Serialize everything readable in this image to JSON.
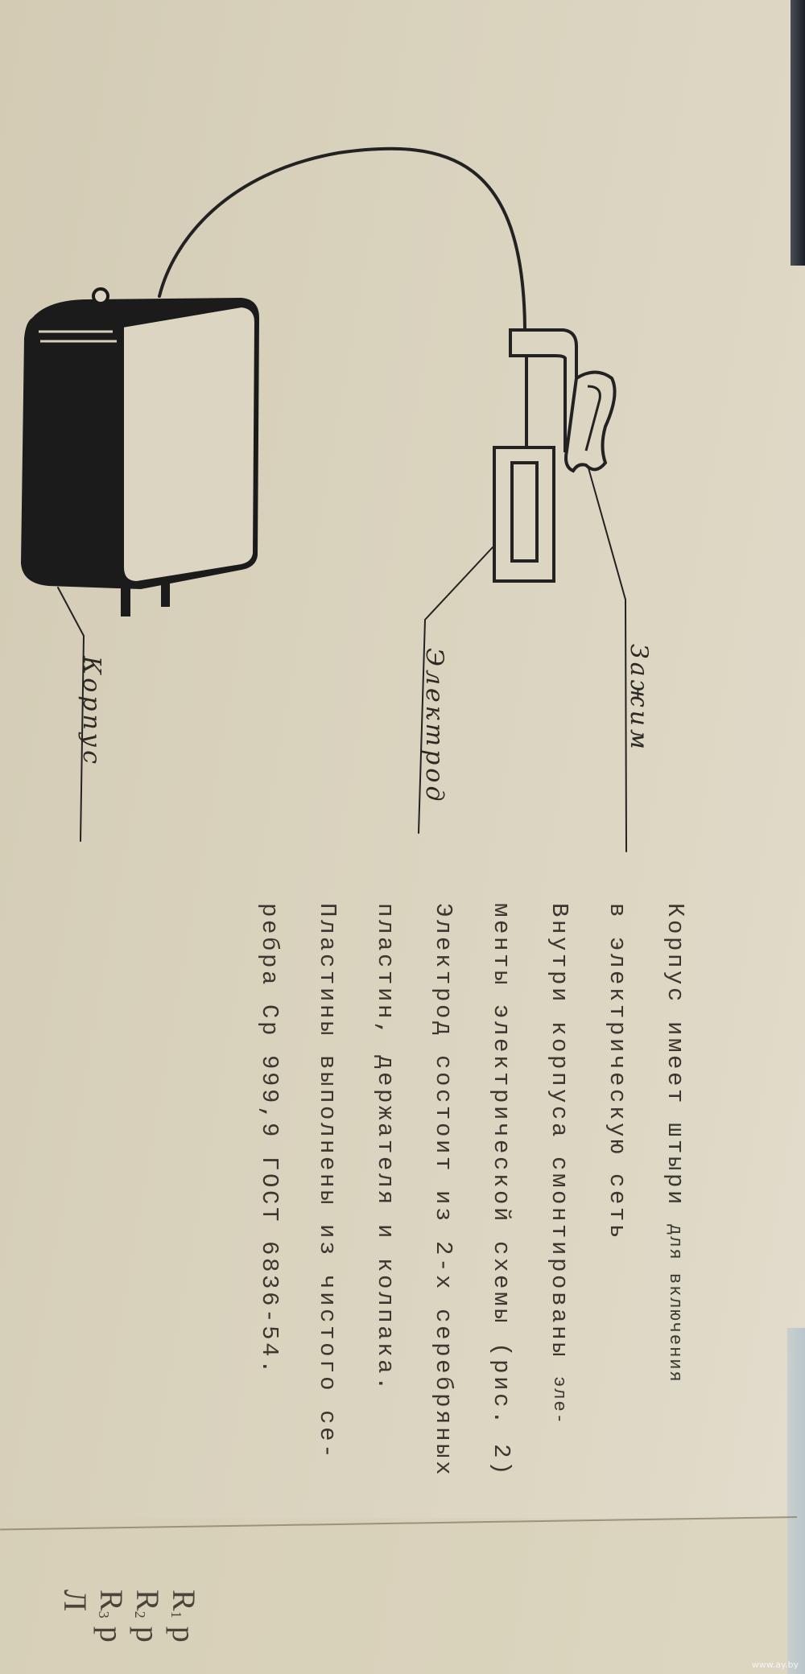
{
  "labels": {
    "housing": "Корпус",
    "electrode": "Электрод",
    "clamp": "Зажим"
  },
  "text_lines": [
    {
      "main": "Корпус имеет штыри ",
      "small": "для включения"
    },
    {
      "main": "в электрическую сеть",
      "small": ""
    },
    {
      "main": "Внутри корпуса смонтированы ",
      "small": "эле-"
    },
    {
      "main": "менты электрической схемы (рис. 2)",
      "small": ""
    },
    {
      "main": "Электрод состоит из 2-х серебряных",
      "small": ""
    },
    {
      "main": "пластин, держателя и колпака.",
      "small": ""
    },
    {
      "main": "Пластины выполнены из чистого се-",
      "small": ""
    },
    {
      "main": "ребра Ср 999,9 ГОСТ 6836-54.",
      "small": ""
    }
  ],
  "next_page": [
    {
      "symbol": "R",
      "index": "1",
      "rest": "р"
    },
    {
      "symbol": "R",
      "index": "2",
      "rest": "р"
    },
    {
      "symbol": "R",
      "index": "3",
      "rest": "р"
    },
    {
      "symbol": "Л",
      "index": "",
      "rest": ""
    }
  ],
  "watermark": "www.ay.by",
  "colors": {
    "paper": "#d9d2bd",
    "ink": "#2c2823"
  }
}
